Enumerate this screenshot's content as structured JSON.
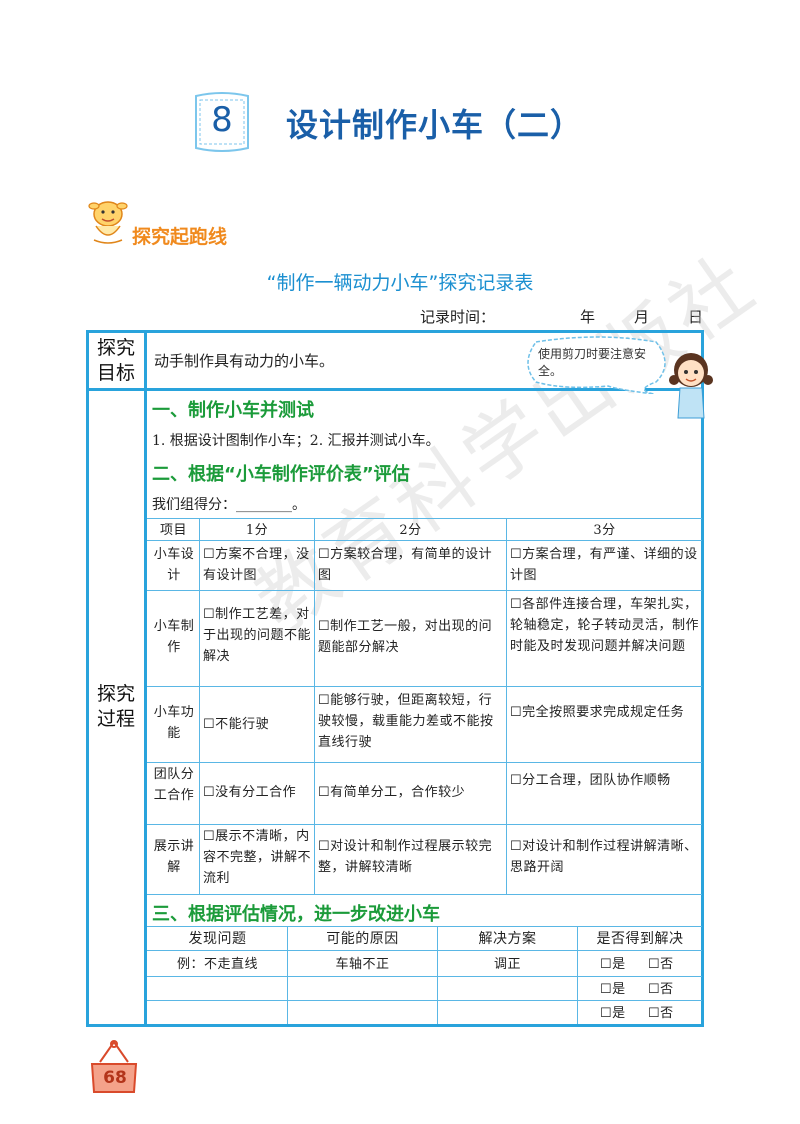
{
  "lesson": {
    "number": "8",
    "title": "设计制作小车（二）"
  },
  "section_label": "探究起跑线",
  "table_title": "“制作一辆动力小车”探究记录表",
  "record_time": {
    "label": "记录时间：",
    "year": "年",
    "month": "月",
    "day": "日"
  },
  "goal": {
    "label_line1": "探究",
    "label_line2": "目标",
    "text": "动手制作具有动力的小车。"
  },
  "speech_bubble": "使用剪刀时要注意安全。",
  "process": {
    "label_line1": "探究",
    "label_line2": "过程",
    "step1": {
      "heading": "一、制作小车并测试",
      "text": "1. 根据设计图制作小车；2. 汇报并测试小车。"
    },
    "step2": {
      "heading": "二、根据“小车制作评价表”评估",
      "score_prompt": "我们组得分：________。"
    },
    "eval_table": {
      "headers": [
        "项目",
        "1分",
        "2分",
        "3分"
      ],
      "rows": [
        {
          "item": "小车设计",
          "c1": "☐方案不合理，没有设计图",
          "c2": "☐方案较合理，有简单的设计图",
          "c3": "☐方案合理，有严谨、详细的设计图"
        },
        {
          "item": "小车制作",
          "c1": "☐制作工艺差，对于出现的问题不能解决",
          "c2": "☐制作工艺一般，对出现的问题能部分解决",
          "c3": "☐各部件连接合理，车架扎实，轮轴稳定，轮子转动灵活，制作时能及时发现问题并解决问题"
        },
        {
          "item": "小车功能",
          "c1": "☐不能行驶",
          "c2": "☐能够行驶，但距离较短，行驶较慢，载重能力差或不能按直线行驶",
          "c3": "☐完全按照要求完成规定任务"
        },
        {
          "item": "团队分工合作",
          "c1": "☐没有分工合作",
          "c2": "☐有简单分工，合作较少",
          "c3": "☐分工合理，团队协作顺畅"
        },
        {
          "item": "展示讲解",
          "c1": "☐展示不清晰，内容不完整，讲解不流利",
          "c2": "☐对设计和制作过程展示较完整，讲解较清晰",
          "c3": "☐对设计和制作过程讲解清晰、思路开阔"
        }
      ]
    },
    "step3": {
      "heading": "三、根据评估情况，进一步改进小车"
    },
    "improve_table": {
      "headers": [
        "发现问题",
        "可能的原因",
        "解决方案",
        "是否得到解决"
      ],
      "rows": [
        {
          "problem": "例：不走直线",
          "cause": "车轴不正",
          "solution": "调正",
          "yes": "☐是",
          "no": "☐否"
        },
        {
          "problem": "",
          "cause": "",
          "solution": "",
          "yes": "☐是",
          "no": "☐否"
        },
        {
          "problem": "",
          "cause": "",
          "solution": "",
          "yes": "☐是",
          "no": "☐否"
        }
      ]
    }
  },
  "watermark": "教育科学出版社",
  "page_number": "68",
  "colors": {
    "title_blue": "#1a5fa8",
    "border_blue": "#29a3dc",
    "heading_green": "#1b9b3a",
    "label_orange": "#f08a1e"
  }
}
